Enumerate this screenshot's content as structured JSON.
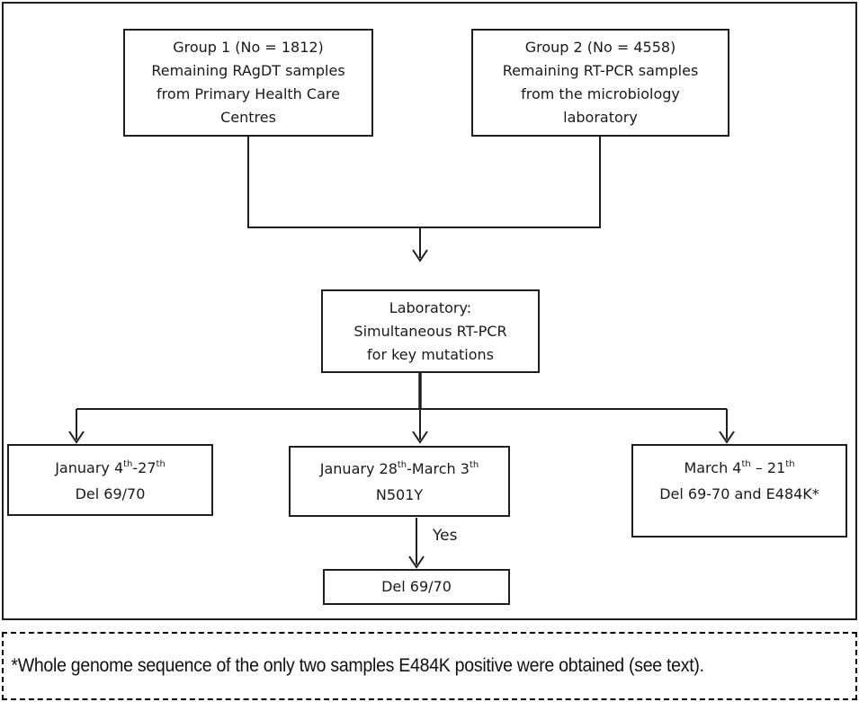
{
  "colors": {
    "line": "#1f1f1f",
    "text": "#1a1a1a",
    "background": "#ffffff"
  },
  "diagram": {
    "group1": {
      "text": "Group 1 (No = 1812)\nRemaining RAgDT samples\nfrom Primary Health Care\nCentres"
    },
    "group2": {
      "text": "Group 2 (No = 4558)\nRemaining RT-PCR samples\nfrom the microbiology\nlaboratory"
    },
    "laboratory": {
      "text": "Laboratory:\nSimultaneous RT-PCR\nfor key mutations"
    },
    "branch_jan": {
      "line1_segments": [
        {
          "text": "January 4"
        },
        {
          "text": "th",
          "sup": true
        },
        {
          "text": "-27"
        },
        {
          "text": "th",
          "sup": true
        }
      ],
      "line2": "Del 69/70"
    },
    "branch_janmar": {
      "line1_segments": [
        {
          "text": "January 28"
        },
        {
          "text": "th",
          "sup": true
        },
        {
          "text": "-March 3"
        },
        {
          "text": "th",
          "sup": true
        }
      ],
      "line2": "N501Y"
    },
    "branch_mar": {
      "line1_segments": [
        {
          "text": "March 4"
        },
        {
          "text": "th",
          "sup": true
        },
        {
          "text": " – 21"
        },
        {
          "text": "th",
          "sup": true
        }
      ],
      "line2": "Del 69-70 and E484K*"
    },
    "yes_label": "Yes",
    "del_result": {
      "text": "Del 69/70"
    },
    "footnote": "*Whole genome sequence of the only two samples E484K positive were obtained (see text)."
  }
}
